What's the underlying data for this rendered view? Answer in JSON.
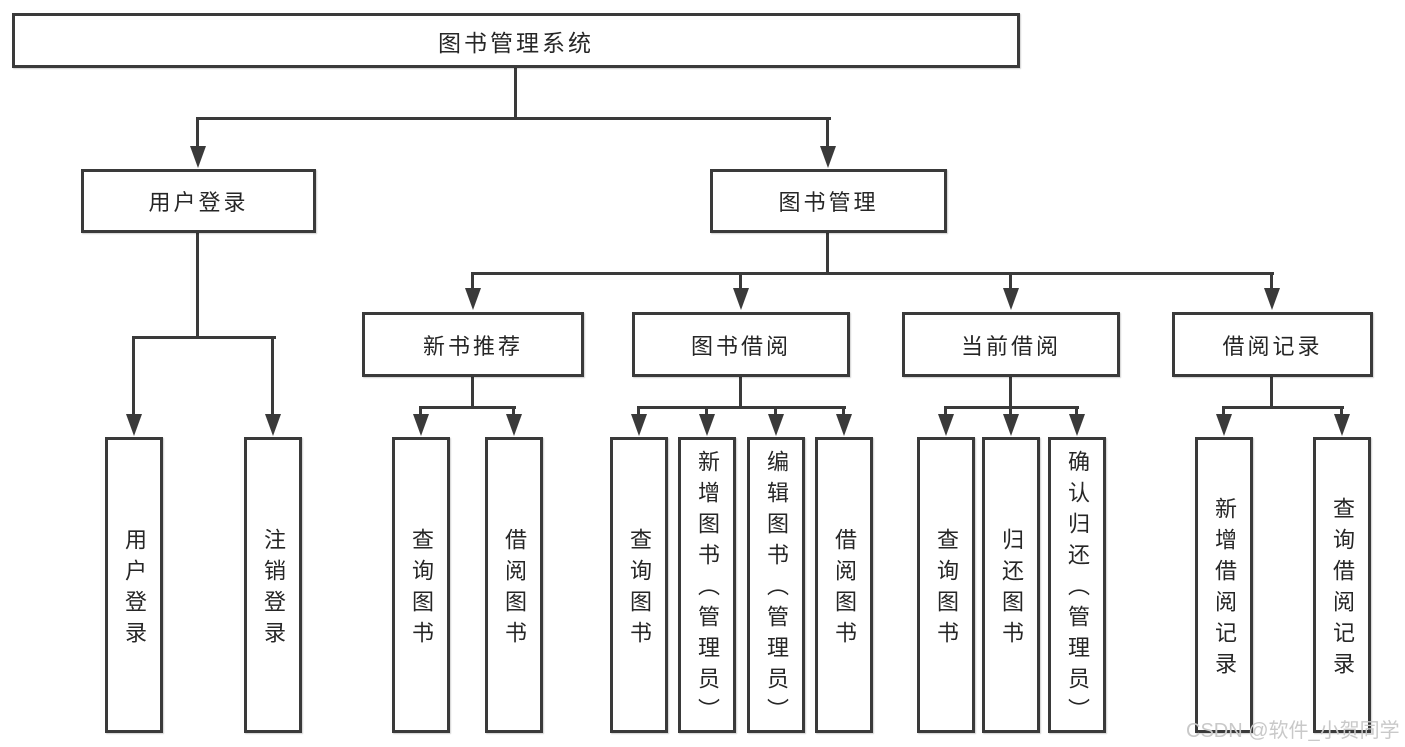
{
  "title": "图书管理系统",
  "level2": {
    "login": "用户登录",
    "manage": "图书管理"
  },
  "level3": {
    "recommend": "新书推荐",
    "borrow": "图书借阅",
    "current": "当前借阅",
    "records": "借阅记录"
  },
  "leaves": {
    "login": [
      "用户登录",
      "注销登录"
    ],
    "recommend": [
      "查询图书",
      "借阅图书"
    ],
    "borrow": [
      "查询图书",
      "新增图书（管理员）",
      "编辑图书（管理员）",
      "借阅图书"
    ],
    "current": [
      "查询图书",
      "归还图书",
      "确认归还（管理员）"
    ],
    "records": [
      "新增借阅记录",
      "查询借阅记录"
    ]
  },
  "watermark": "CSDN @软件_小贺同学",
  "colors": {
    "line": "#3a3a3a",
    "text": "#262626",
    "watermark": "#c9c9c9",
    "background": "#ffffff"
  }
}
